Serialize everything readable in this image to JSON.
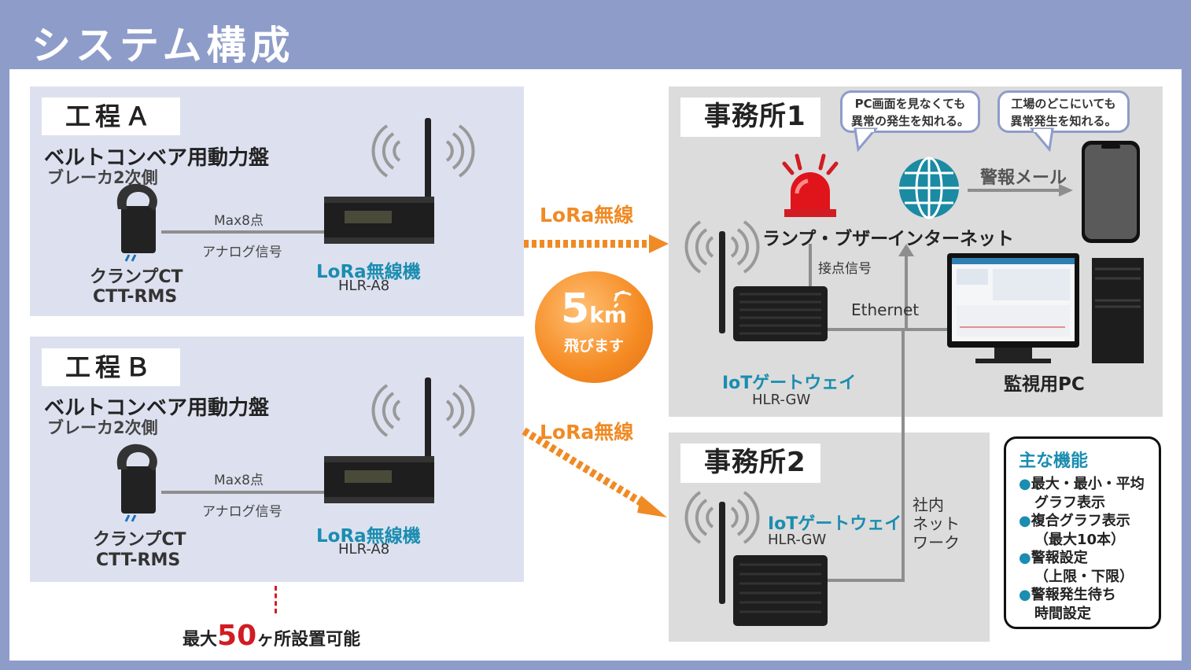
{
  "title": "システム構成",
  "process_a": {
    "label": "工程Ａ",
    "panel_title": "ベルトコンベア用動力盤",
    "panel_sub": "ブレーカ2次側",
    "points": "Max8点",
    "signal": "アナログ信号",
    "ct_name": "クランプCT",
    "ct_model": "CTT-RMS",
    "device_name": "LoRa無線機",
    "device_model": "HLR-A8"
  },
  "process_b": {
    "label": "工程Ｂ",
    "panel_title": "ベルトコンベア用動力盤",
    "panel_sub": "ブレーカ2次側",
    "points": "Max8点",
    "signal": "アナログ信号",
    "ct_name": "クランプCT",
    "ct_model": "CTT-RMS",
    "device_name": "LoRa無線機",
    "device_model": "HLR-A8"
  },
  "max_sites": {
    "prefix": "最大",
    "number": "50",
    "suffix": "ヶ所設置可能"
  },
  "wireless": {
    "label_top": "LoRa無線",
    "label_bottom": "LoRa無線"
  },
  "range_badge": {
    "number": "5",
    "unit": "km",
    "text": "飛びます"
  },
  "office1": {
    "label": "事務所1",
    "bubble_pc": [
      "PC画面を見なくても",
      "異常の発生を知れる。"
    ],
    "bubble_phone": [
      "工場のどこにいても",
      "異常発生を知れる。"
    ],
    "lamp_label": "ランプ・ブザー",
    "internet_label": "インターネット",
    "mail_label": "警報メール",
    "contact_label": "接点信号",
    "ethernet_label": "Ethernet",
    "gateway_name": "IoTゲートウェイ",
    "gateway_model": "HLR-GW",
    "pc_label": "監視用PC"
  },
  "office2": {
    "label": "事務所2",
    "gateway_name": "IoTゲートウェイ",
    "gateway_model": "HLR-GW",
    "network_lines": [
      "社内",
      "ネット",
      "ワーク"
    ]
  },
  "features": {
    "title": "主な機能",
    "items": [
      {
        "main": "最大・最小・平均",
        "sub": "グラフ表示"
      },
      {
        "main": "複合グラフ表示",
        "sub": "（最大10本）"
      },
      {
        "main": "警報設定",
        "sub": "（上限・下限）"
      },
      {
        "main": "警報発生待ち",
        "sub": "時間設定"
      }
    ]
  },
  "colors": {
    "frame": "#8e9cc9",
    "accent_blue": "#1a8db0",
    "orange": "#f08a24",
    "red": "#d11c24"
  }
}
